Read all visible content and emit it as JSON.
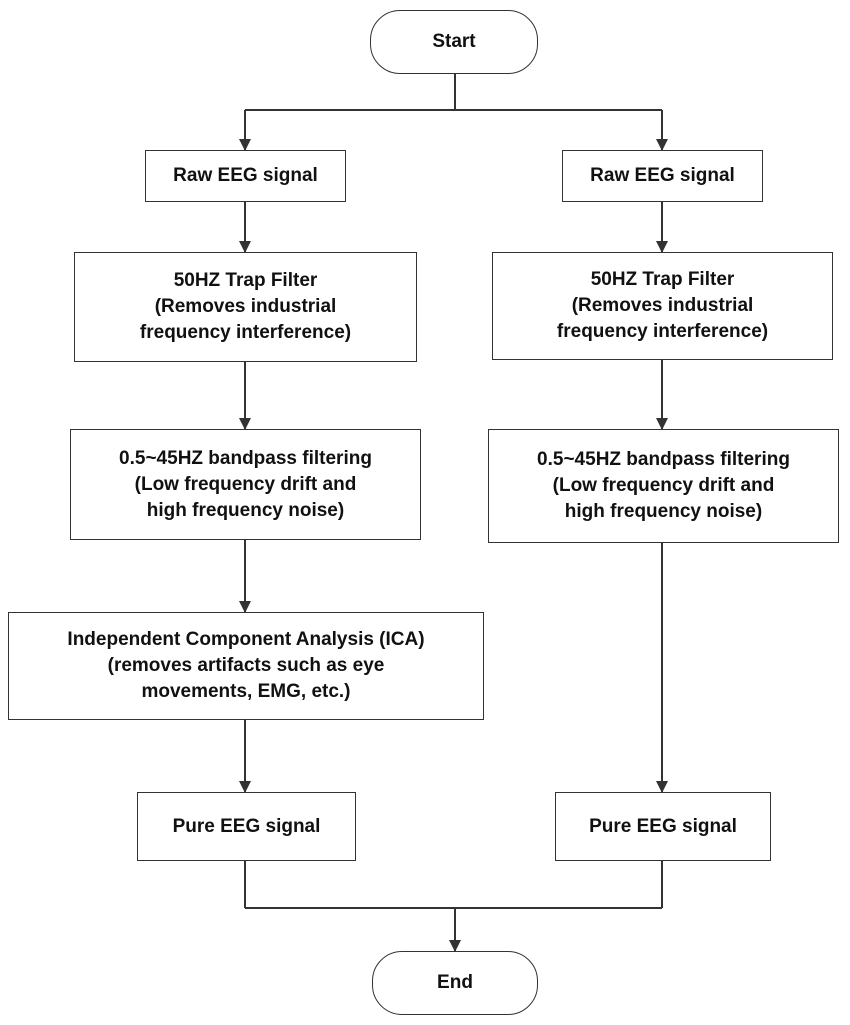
{
  "start": "Start",
  "end": "End",
  "left": {
    "raw": "Raw EEG signal",
    "trap": "50HZ Trap Filter\n(Removes industrial\nfrequency interference)",
    "bandpass": "0.5~45HZ bandpass filtering\n(Low frequency drift and\nhigh frequency noise)",
    "ica": "Independent Component Analysis (ICA)\n(removes artifacts such as eye\nmovements, EMG, etc.)",
    "pure": "Pure EEG signal"
  },
  "right": {
    "raw": "Raw EEG signal",
    "trap": "50HZ Trap Filter\n(Removes industrial\nfrequency interference)",
    "bandpass": "0.5~45HZ bandpass filtering\n(Low frequency drift and\nhigh frequency noise)",
    "pure": "Pure EEG signal"
  },
  "colors": {
    "stroke": "#333333",
    "text": "#111111",
    "background": "#ffffff"
  }
}
